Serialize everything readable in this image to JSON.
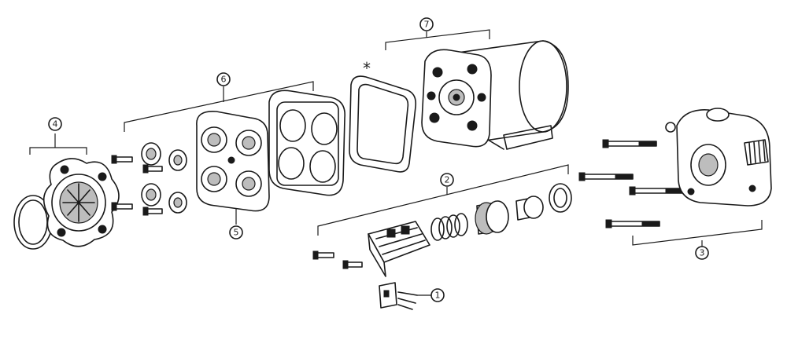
{
  "diagram": {
    "callouts": {
      "c1": "1",
      "c2": "2",
      "c3": "3",
      "c4": "4",
      "c5": "5",
      "c6": "6",
      "c7": "7"
    },
    "asterisk": "*"
  }
}
